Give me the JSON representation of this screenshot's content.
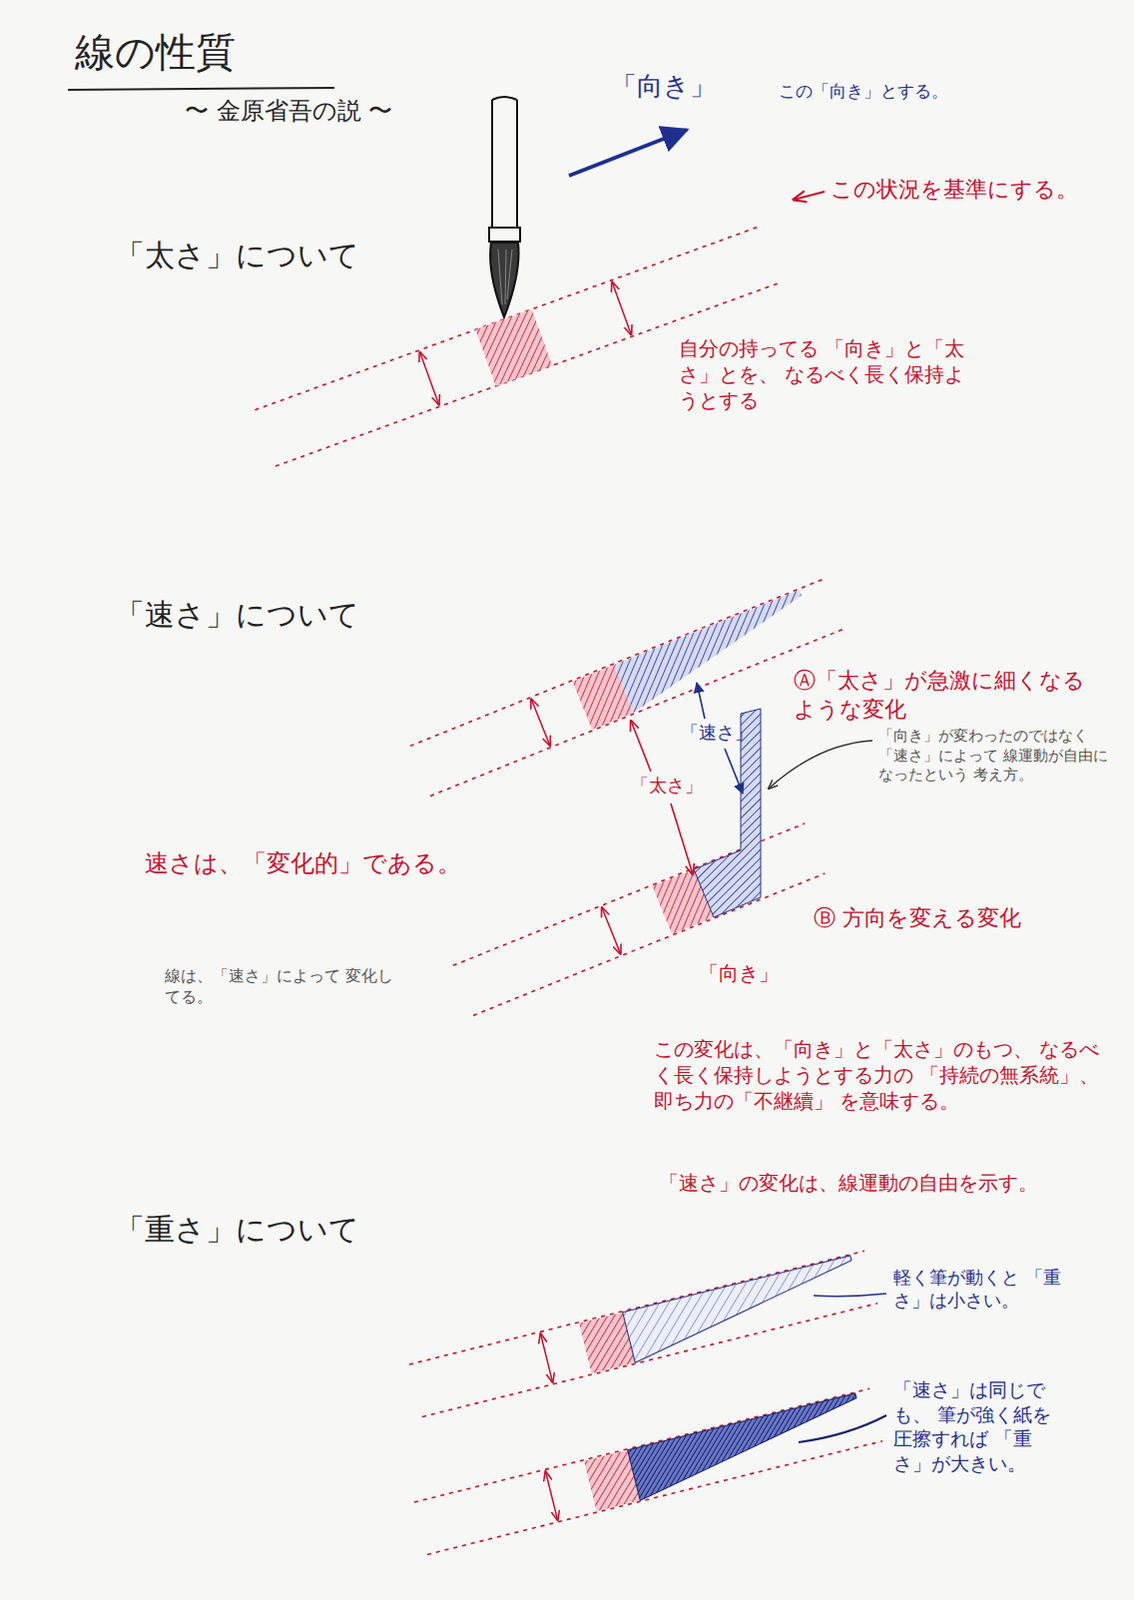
{
  "diagram": {
    "title": "線の性質",
    "labels": [
      "〜 金原省吾の説 〜",
      "「向き」",
      "この「向き」とする。",
      "この状況を基準にする。",
      "「太さ」について",
      "自分の持ってる 「向き」と「太さ」とを、 なるべく長く保持ようとする",
      "「速さ」について",
      "Ⓐ「太さ」が急激に細くなる ような変化",
      "「速さ」",
      "「太さ」",
      "「向き」が変わったのではなく 「速さ」によって 線運動が自由に なったという 考え方。",
      "速さは、「変化的」である。",
      "Ⓑ 方向を変える変化",
      "線は、「速さ」によって 変化してる。",
      "「向き」",
      "この変化は、「向き」と「太さ」のもつ、 なるべく長く保持しようとする力の 「持続の無系統」、即ち力の「不継續」 を意味する。",
      "「速さ」の変化は、線運動の自由を示す。",
      "「重さ」について",
      "軽く筆が動くと 「重さ」は小さい。",
      "「速さ」は同じでも、 筆が強く紙を 圧擦すれば 「重さ」が大きい。"
    ]
  }
}
